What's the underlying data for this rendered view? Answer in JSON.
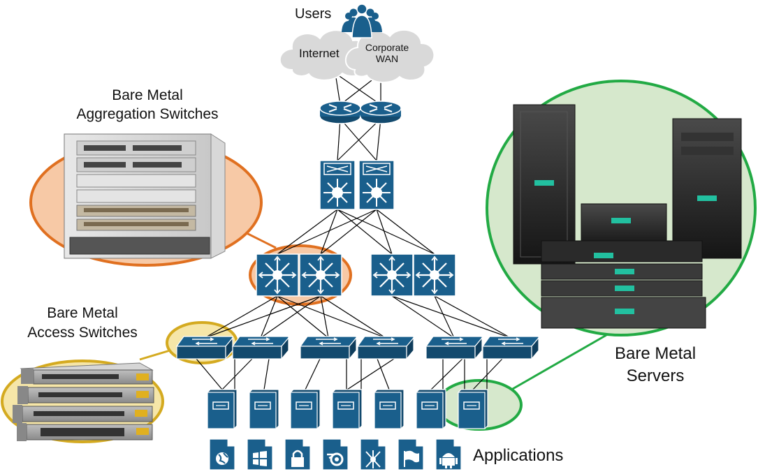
{
  "labels": {
    "users": "Users",
    "internet": "Internet",
    "corporate": "Corporate",
    "wan": "WAN",
    "aggregation_line1": "Bare Metal",
    "aggregation_line2": "Aggregation Switches",
    "access_line1": "Bare Metal",
    "access_line2": "Access Switches",
    "servers_line1": "Bare Metal",
    "servers_line2": "Servers",
    "applications": "Applications"
  },
  "colors": {
    "device_blue": "#1a5f8c",
    "device_stroke": "#ffffff",
    "aggregation_orange": "#e07020",
    "aggregation_fill": "#f7c9a6",
    "access_gold": "#d4aa20",
    "access_fill": "#f6e6a8",
    "servers_green": "#22aa44",
    "servers_fill": "#d6e8cc",
    "cloud_gray": "#d9d9d9",
    "link_black": "#000000"
  },
  "icons": {
    "users": "users-group-icon",
    "routers": [
      "router-icon",
      "router-icon"
    ],
    "core_switches": [
      "multilayer-switch-icon",
      "multilayer-switch-icon"
    ],
    "aggregation_switches": [
      "layer3-switch-icon",
      "layer3-switch-icon",
      "layer3-switch-icon",
      "layer3-switch-icon"
    ],
    "access_switches": [
      "workgroup-switch-icon",
      "workgroup-switch-icon",
      "workgroup-switch-icon",
      "workgroup-switch-icon",
      "workgroup-switch-icon",
      "workgroup-switch-icon"
    ],
    "servers": [
      "server-icon",
      "server-icon",
      "server-icon",
      "server-icon",
      "server-icon",
      "server-icon",
      "server-icon"
    ],
    "applications": [
      "globe-app-icon",
      "windows-app-icon",
      "lock-app-icon",
      "blender-app-icon",
      "network-app-icon",
      "flag-app-icon",
      "android-app-icon"
    ]
  }
}
